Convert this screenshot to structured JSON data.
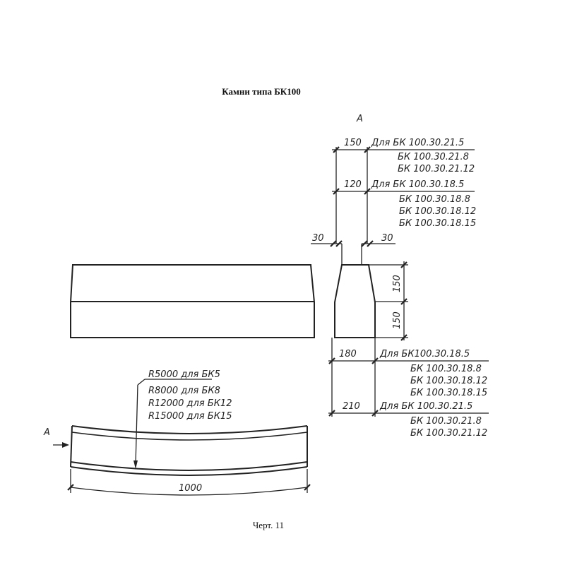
{
  "title": "Камни типа БК100",
  "caption": "Черт. 11",
  "view_label": "А",
  "top_dims": {
    "w150": "150",
    "w120": "120",
    "d30_left": "30",
    "d30_right": "30",
    "group150": [
      "Для БК 100.30.21.5",
      "БК 100.30.21.8",
      "БК 100.30.21.12"
    ],
    "group120": [
      "Для БК 100.30.18.5",
      "БК 100.30.18.8",
      "БК 100.30.18.12",
      "БК 100.30.18.15"
    ]
  },
  "side_dims": {
    "h_top": "150",
    "h_bottom": "150"
  },
  "bottom_dims": {
    "w180": "180",
    "w210": "210",
    "group180": [
      "Для БК100.30.18.5",
      "БК 100.30.18.8",
      "БК 100.30.18.12",
      "БК 100.30.18.15"
    ],
    "group210": [
      "Для БК 100.30.21.5",
      "БК 100.30.21.8",
      "БК 100.30.21.12"
    ]
  },
  "radii": [
    "R5000 для БК5",
    "R8000 для БК8",
    "R12000 для БК12",
    "R15000 для БК15"
  ],
  "length": "1000"
}
